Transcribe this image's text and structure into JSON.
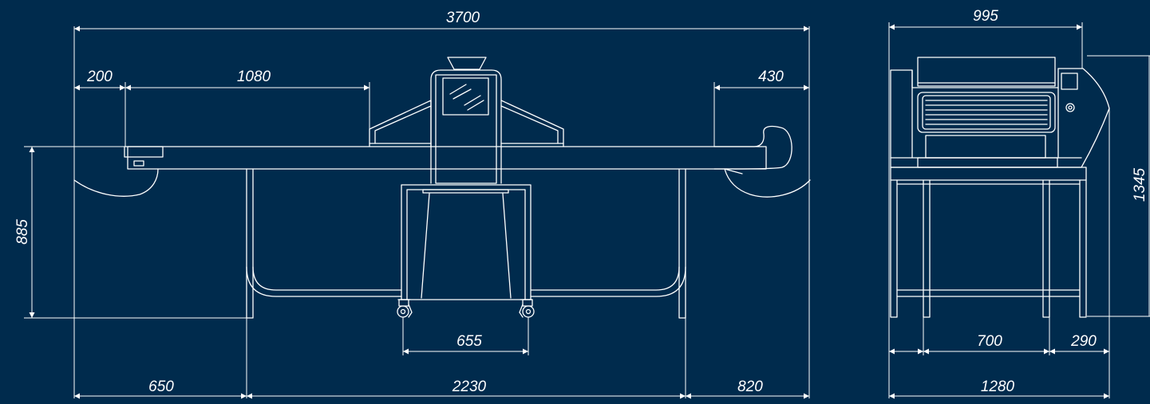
{
  "dimensions": {
    "overall_length": "3700",
    "left_offset": "200",
    "left_conveyor": "1080",
    "right_end": "430",
    "table_height": "885",
    "wheel_base": "655",
    "left_leg": "650",
    "leg_span": "2230",
    "right_leg": "820",
    "side_top_width": "995",
    "machine_height": "1345",
    "side_frame": "700",
    "side_right": "290",
    "side_total": "1280"
  },
  "colors": {
    "background": "#002b4d",
    "line": "#ffffff"
  }
}
